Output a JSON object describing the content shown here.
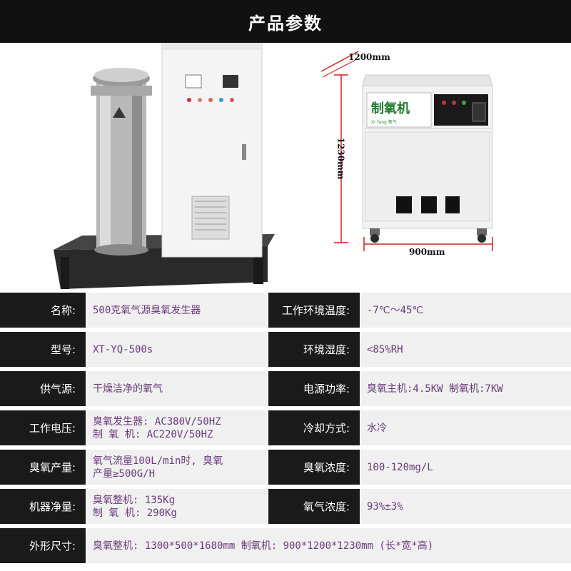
{
  "header": {
    "title": "产品参数"
  },
  "figure": {
    "dims": {
      "width": "1200mm",
      "height": "1230mm",
      "bottom": "900mm"
    },
    "device_logo": "制氧机",
    "device_logo_sub": "Xi Yang 氧气"
  },
  "specs": {
    "rows": [
      {
        "k1": "名称:",
        "v1": "500克氧气源臭氧发生器",
        "k2": "工作环境温度:",
        "v2": "-7℃～45℃"
      },
      {
        "k1": "型号:",
        "v1": "XT-YQ-500s",
        "k2": "环境湿度:",
        "v2": "<85%RH"
      },
      {
        "k1": "供气源:",
        "v1": "干燥洁净的氧气",
        "k2": "电源功率:",
        "v2": "臭氧主机:4.5KW  制氧机:7KW"
      },
      {
        "k1": "工作电压:",
        "v1a": "臭氧发生器: AC380V/50HZ",
        "v1b": "制  氧  机: AC220V/50HZ",
        "k2": "冷却方式:",
        "v2": "水冷"
      },
      {
        "k1": "臭氧产量:",
        "v1a": "氧气流量100L/min时, 臭氧",
        "v1b": "产量≥500G/H",
        "k2": "臭氧浓度:",
        "v2": "100-120mg/L"
      },
      {
        "k1": "机器净量:",
        "v1a": "臭氧整机: 135Kg",
        "v1b": "制  氧  机: 290Kg",
        "k2": "氧气浓度:",
        "v2": "93%±3%"
      },
      {
        "k1": "外形尺寸:",
        "v": "臭氧整机: 1300*500*1680mm   制氧机: 900*1200*1230mm (长*宽*高)"
      }
    ]
  }
}
